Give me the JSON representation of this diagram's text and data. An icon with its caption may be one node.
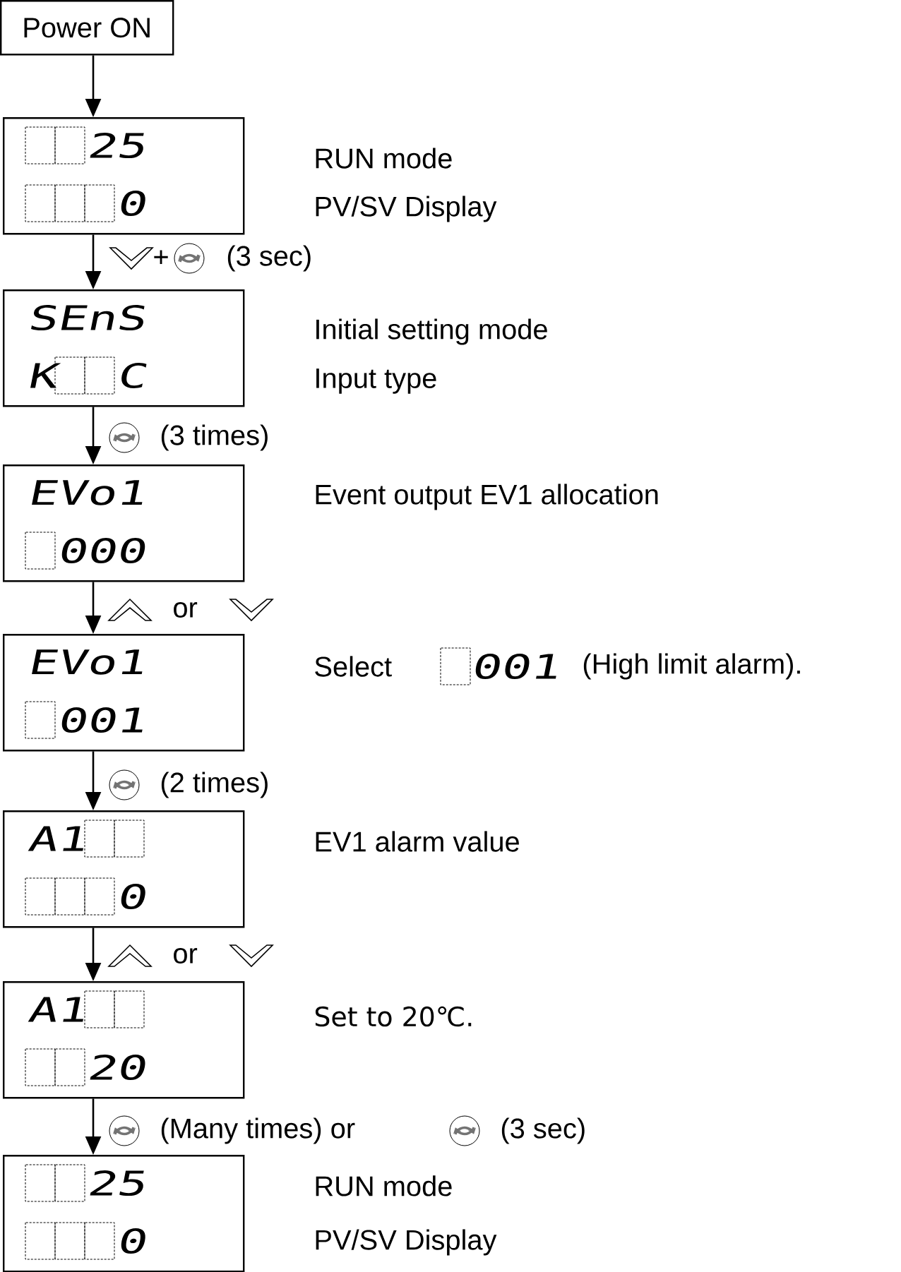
{
  "diagram": {
    "nodes": [
      {
        "text": [
          "Power ON"
        ]
      },
      {
        "text": [
          "25",
          "0"
        ],
        "beside": [
          "RUN mode",
          "PV/SV Display"
        ]
      },
      {
        "text": [
          "SEnS",
          "K",
          "C"
        ],
        "beside": [
          "Initial setting mode",
          "Input type"
        ]
      },
      {
        "text": [
          "EVo1",
          "000"
        ],
        "beside": [
          "Event output EV1 allocation"
        ]
      },
      {
        "text": [
          "EVo1",
          "001"
        ],
        "beside": [
          "Select",
          "001",
          "(High limit alarm)."
        ]
      },
      {
        "text": [
          "A1",
          "0"
        ],
        "beside": [
          "EV1 alarm value"
        ]
      },
      {
        "text": [
          "A1",
          "20"
        ],
        "beside": [
          "Set to 20℃."
        ]
      },
      {
        "text": [
          "25",
          "0"
        ],
        "beside": [
          "RUN mode",
          "PV/SV Display"
        ]
      }
    ],
    "edges": [
      {
        "from": 0,
        "to": 1,
        "arrow": "to"
      },
      {
        "from": 1,
        "to": 2,
        "arrow": "to",
        "label": "(3 sec)"
      },
      {
        "from": 2,
        "to": 3,
        "arrow": "to",
        "label": "(3 times)"
      },
      {
        "from": 3,
        "to": 4,
        "arrow": "to",
        "label": "or"
      },
      {
        "from": 4,
        "to": 5,
        "arrow": "to",
        "label": "(2 times)"
      },
      {
        "from": 5,
        "to": 6,
        "arrow": "to",
        "label": "or"
      },
      {
        "from": 6,
        "to": 7,
        "arrow": "to",
        "label": "(Many times) or"
      }
    ],
    "labels": [
      "+",
      "(3 sec)"
    ]
  }
}
